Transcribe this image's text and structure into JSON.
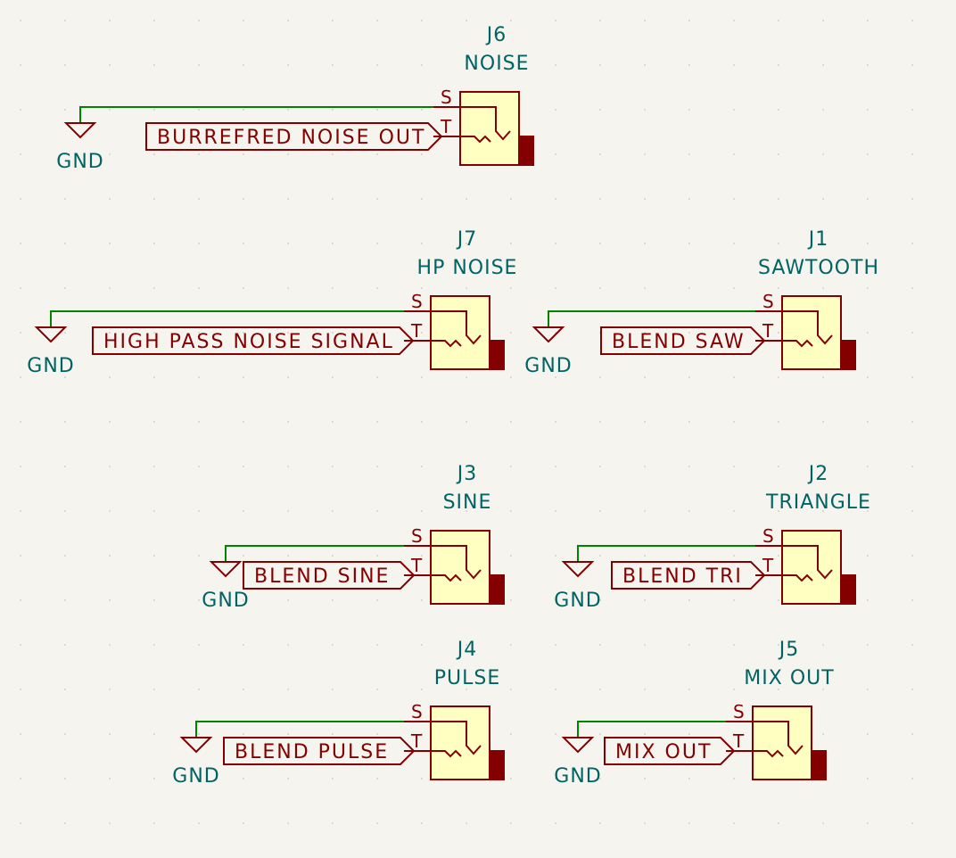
{
  "schematic": {
    "gnd_label": "GND",
    "pin_sleeve": "S",
    "pin_tip": "T",
    "jacks": [
      {
        "ref": "J6",
        "value": "NOISE",
        "label": "BURREFRED NOISE OUT"
      },
      {
        "ref": "J7",
        "value": "HP NOISE",
        "label": "HIGH PASS NOISE SIGNAL"
      },
      {
        "ref": "J1",
        "value": "SAWTOOTH",
        "label": "BLEND SAW"
      },
      {
        "ref": "J3",
        "value": "SINE",
        "label": "BLEND SINE"
      },
      {
        "ref": "J2",
        "value": "TRIANGLE",
        "label": "BLEND TRI"
      },
      {
        "ref": "J4",
        "value": "PULSE",
        "label": "BLEND PULSE"
      },
      {
        "ref": "J5",
        "value": "MIX OUT",
        "label": "MIX OUT"
      }
    ]
  },
  "colors": {
    "background": "#f5f4ef",
    "wire": "#008400",
    "symbol": "#840000",
    "symbol_fill": "#ffffc2",
    "reference_text": "#006464"
  }
}
